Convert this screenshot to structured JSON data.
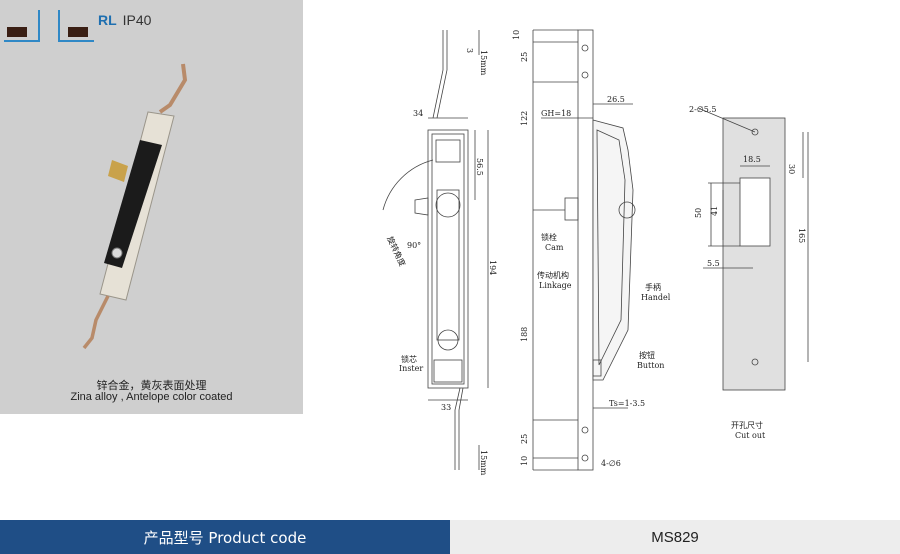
{
  "header": {
    "rl": "RL",
    "rating": "IP40"
  },
  "material": {
    "cn": "锌合金，黄灰表面处理",
    "en": "Zina alloy , Antelope color coated"
  },
  "front_view": {
    "dims": [
      "15mm",
      "3",
      "34",
      "56.5",
      "194",
      "33",
      "15mm",
      "90°"
    ],
    "rotation_label": "旋转角度",
    "insert_cn": "锁芯",
    "insert_en": "Inster"
  },
  "side_view": {
    "dims_v": [
      "10",
      "25",
      "122",
      "188",
      "25",
      "10"
    ],
    "gh": "GH=18",
    "width": "26.5",
    "ts": "Ts=1-3.5",
    "holes": "4-∅6",
    "cam_cn": "锁栓",
    "cam_en": "Cam",
    "linkage_cn": "传动机构",
    "linkage_en": "Linkage",
    "handle_cn": "手柄",
    "handle_en": "Handel",
    "button_cn": "按钮",
    "button_en": "Button"
  },
  "cutout": {
    "holes": "2-∅5.5",
    "w": "18.5",
    "h30": "30",
    "h50": "50",
    "h41": "41",
    "h165": "165",
    "off": "5.5",
    "label_cn": "开孔尺寸",
    "label_en": "Cut out"
  },
  "footer": {
    "label": "产品型号 Product code",
    "code": "MS829"
  }
}
